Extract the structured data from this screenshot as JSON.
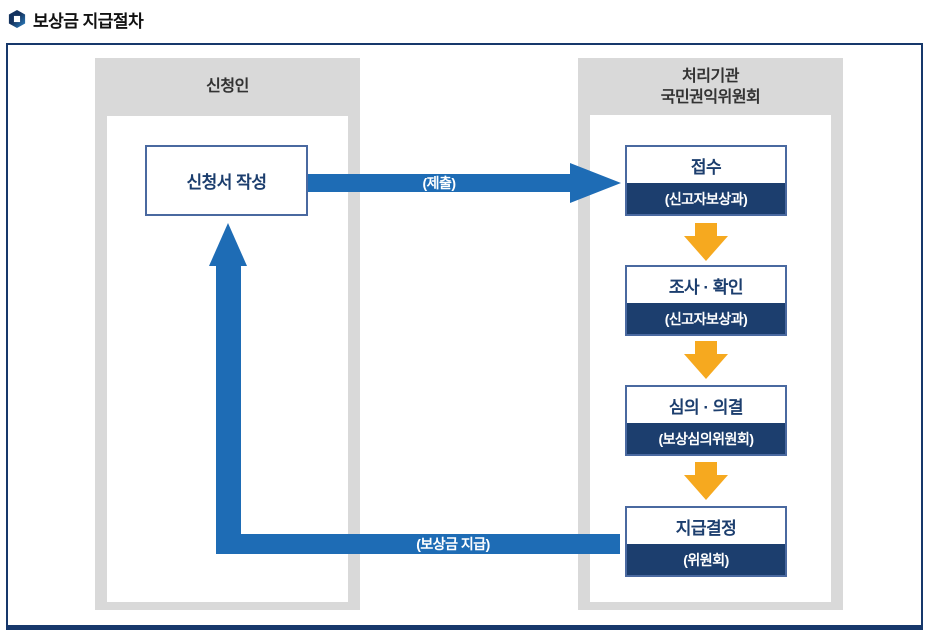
{
  "page": {
    "title": "보상금 지급절차"
  },
  "diagram": {
    "left_column": {
      "header": "신청인",
      "box_label": "신청서 작성"
    },
    "right_column": {
      "header_line1": "처리기관",
      "header_line2": "국민권익위원회",
      "steps": [
        {
          "label": "접수",
          "sub": "(신고자보상과)"
        },
        {
          "label": "조사 · 확인",
          "sub": "(신고자보상과)"
        },
        {
          "label": "심의 · 의결",
          "sub": "(보상심의위원회)"
        },
        {
          "label": "지급결정",
          "sub": "(위원회)"
        }
      ]
    },
    "arrows": {
      "submit_label": "(제출)",
      "payment_label": "(보상금 지급)"
    },
    "colors": {
      "arrow_blue": "#1e6cb5",
      "navy": "#1c3e6e",
      "step_arrow_yellow": "#f6a91f",
      "column_gray": "#d9d9d9",
      "box_border": "#4a69a0"
    }
  }
}
